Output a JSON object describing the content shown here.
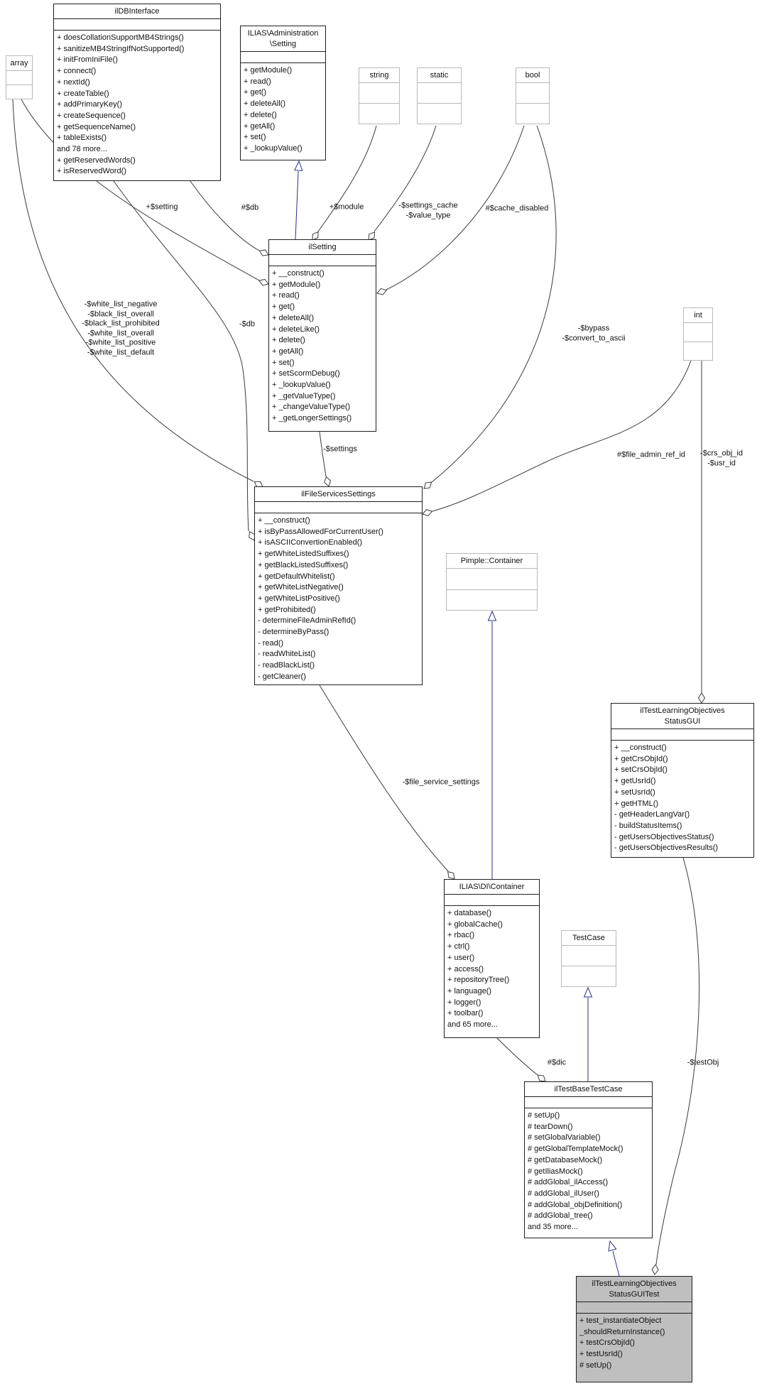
{
  "diagram_type": "uml-collaboration-graph",
  "colors": {
    "aggregation_line": "#3a3a3a",
    "inheritance_line": "#2c2c8e",
    "highlight_fill": "#bfbfbf",
    "external_border": "#b9b9b9",
    "class_border": "#1f1f1f"
  },
  "classes": [
    {
      "id": "array",
      "title": [
        "array"
      ],
      "external": true,
      "link": false
    },
    {
      "id": "ildbinterface",
      "title": [
        "ilDBInterface"
      ],
      "link": true,
      "members": [
        "+ doesCollationSupportMB4Strings()",
        "+ sanitizeMB4StringIfNotSupported()",
        "+ initFromIniFile()",
        "+ connect()",
        "+ nextId()",
        "+ createTable()",
        "+ addPrimaryKey()",
        "+ createSequence()",
        "+ getSequenceName()",
        "+ tableExists()",
        "and 78 more...",
        "+ getReservedWords()",
        "+ isReservedWord()"
      ]
    },
    {
      "id": "adminsetting",
      "title": [
        "ILIAS\\Administration",
        "\\Setting"
      ],
      "link": true,
      "members": [
        "+ getModule()",
        "+ read()",
        "+ get()",
        "+ deleteAll()",
        "+ delete()",
        "+ getAll()",
        "+ set()",
        "+ _lookupValue()"
      ]
    },
    {
      "id": "string",
      "title": [
        "string"
      ],
      "external": true,
      "link": false
    },
    {
      "id": "static",
      "title": [
        "static"
      ],
      "external": true,
      "link": false
    },
    {
      "id": "bool",
      "title": [
        "bool"
      ],
      "external": true,
      "link": false
    },
    {
      "id": "ilsetting",
      "title": [
        "ilSetting"
      ],
      "link": true,
      "members": [
        "+ __construct()",
        "+ getModule()",
        "+ read()",
        "+ get()",
        "+ deleteAll()",
        "+ deleteLike()",
        "+ delete()",
        "+ getAll()",
        "+ set()",
        "+ setScormDebug()",
        "+ _lookupValue()",
        "+ _getValueType()",
        "+ _changeValueType()",
        "+ _getLongerSettings()"
      ]
    },
    {
      "id": "int",
      "title": [
        "int"
      ],
      "external": true,
      "link": false
    },
    {
      "id": "fss",
      "title": [
        "ilFileServicesSettings"
      ],
      "link": true,
      "members": [
        "+ __construct()",
        "+ isByPassAllowedForCurrentUser()",
        "+ isASCIIConvertionEnabled()",
        "+ getWhiteListedSuffixes()",
        "+ getBlackListedSuffixes()",
        "+ getDefaultWhitelist()",
        "+ getWhiteListNegative()",
        "+ getWhiteListPositive()",
        "+ getProhibited()",
        "- determineFileAdminRefId()",
        "- determineByPass()",
        "- read()",
        "- readWhiteList()",
        "- readBlackList()",
        "- getCleaner()"
      ]
    },
    {
      "id": "pimple",
      "title": [
        "Pimple::Container"
      ],
      "external": true,
      "link": false
    },
    {
      "id": "statusgui",
      "title": [
        "ilTestLearningObjectives",
        "StatusGUI"
      ],
      "link": true,
      "members": [
        "+ __construct()",
        "+ getCrsObjId()",
        "+ setCrsObjId()",
        "+ getUsrId()",
        "+ setUsrId()",
        "+ getHTML()",
        "- getHeaderLangVar()",
        "- buildStatusItems()",
        "- getUsersObjectivesStatus()",
        "- getUsersObjectivesResults()"
      ]
    },
    {
      "id": "dicontainer",
      "title": [
        "ILIAS\\DI\\Container"
      ],
      "link": true,
      "members": [
        "+ database()",
        "+ globalCache()",
        "+ rbac()",
        "+ ctrl()",
        "+ user()",
        "+ access()",
        "+ repositoryTree()",
        "+ language()",
        "+ logger()",
        "+ toolbar()",
        "and 65 more..."
      ]
    },
    {
      "id": "testcase",
      "title": [
        "TestCase"
      ],
      "external": true,
      "link": false
    },
    {
      "id": "basetest",
      "title": [
        "ilTestBaseTestCase"
      ],
      "link": true,
      "members": [
        "# setUp()",
        "# tearDown()",
        "# setGlobalVariable()",
        "# getGlobalTemplateMock()",
        "# getDatabaseMock()",
        "# getIliasMock()",
        "# addGlobal_ilAccess()",
        "# addGlobal_ilUser()",
        "# addGlobal_objDefinition()",
        "# addGlobal_tree()",
        "and 35 more..."
      ]
    },
    {
      "id": "guitest",
      "title": [
        "ilTestLearningObjectives",
        "StatusGUITest"
      ],
      "highlighted": true,
      "link": false,
      "members": [
        "+ test_instantiateObject",
        "_shouldReturnInstance()",
        "+ testCrsObjId()",
        "+ testUsrId()",
        "# setUp()"
      ]
    }
  ],
  "edge_labels": [
    {
      "id": "setting",
      "lines": [
        "+$setting"
      ]
    },
    {
      "id": "db-setting",
      "lines": [
        "#$db"
      ]
    },
    {
      "id": "module",
      "lines": [
        "+$module"
      ]
    },
    {
      "id": "settings-cache",
      "lines": [
        "-$settings_cache",
        "-$value_type"
      ]
    },
    {
      "id": "cache-disabled",
      "lines": [
        "#$cache_disabled"
      ]
    },
    {
      "id": "white-lists",
      "lines": [
        "-$white_list_negative",
        "-$black_list_overall",
        "-$black_list_prohibited",
        "-$white_list_overall",
        "-$white_list_positive",
        "-$white_list_default"
      ]
    },
    {
      "id": "db-fss",
      "lines": [
        "-$db"
      ]
    },
    {
      "id": "settings-fss",
      "lines": [
        "-$settings"
      ]
    },
    {
      "id": "bypass",
      "lines": [
        "-$bypass",
        "-$convert_to_ascii"
      ]
    },
    {
      "id": "file-admin",
      "lines": [
        "#$file_admin_ref_id"
      ]
    },
    {
      "id": "crs-usr",
      "lines": [
        "-$crs_obj_id",
        "-$usr_id"
      ]
    },
    {
      "id": "fss-di",
      "lines": [
        "-$file_service_settings"
      ]
    },
    {
      "id": "dic",
      "lines": [
        "#$dic"
      ]
    },
    {
      "id": "testobj",
      "lines": [
        "-$testObj"
      ]
    }
  ]
}
